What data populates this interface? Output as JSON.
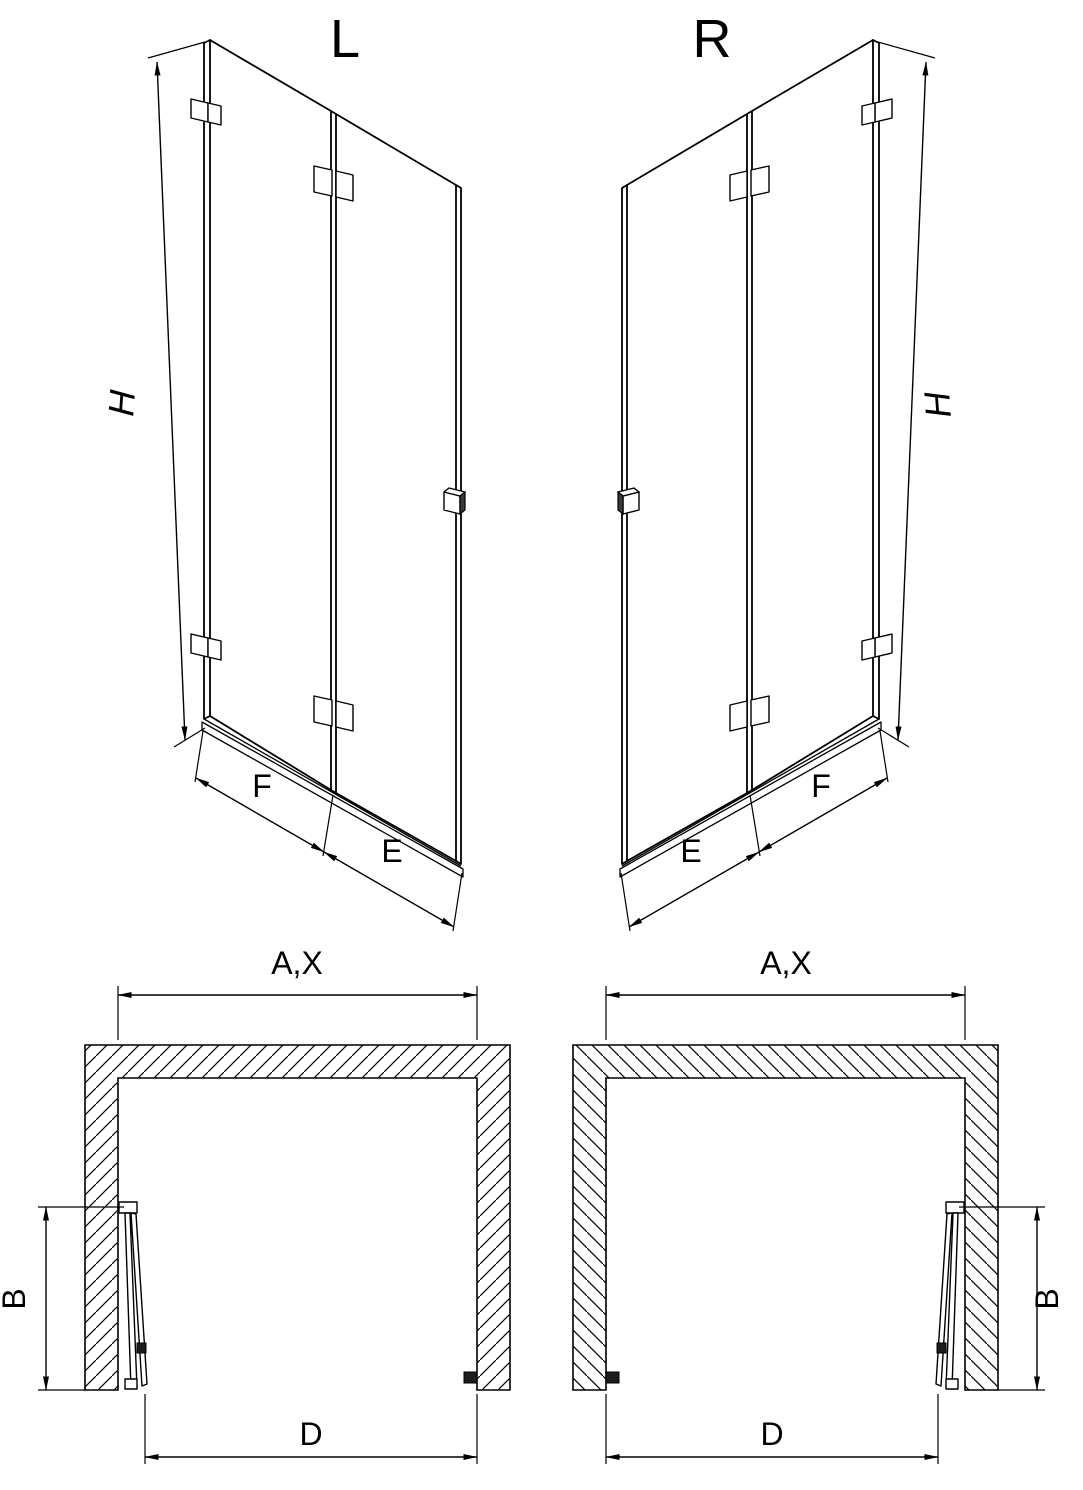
{
  "page": {
    "background": "#ffffff",
    "line_color": "#000000",
    "hardware_color": "#1c1c1c"
  },
  "front_views": {
    "left": {
      "title": "L",
      "dims": {
        "height": "H",
        "fixed_panel_width": "F",
        "door_panel_width": "E"
      }
    },
    "right": {
      "title": "R",
      "dims": {
        "height": "H",
        "fixed_panel_width": "F",
        "door_panel_width": "E"
      }
    }
  },
  "plan_views": {
    "left": {
      "dims": {
        "overall_width": "A,X",
        "fold_depth": "B",
        "entry_width": "D"
      }
    },
    "right": {
      "dims": {
        "overall_width": "A,X",
        "fold_depth": "B",
        "entry_width": "D"
      }
    }
  }
}
